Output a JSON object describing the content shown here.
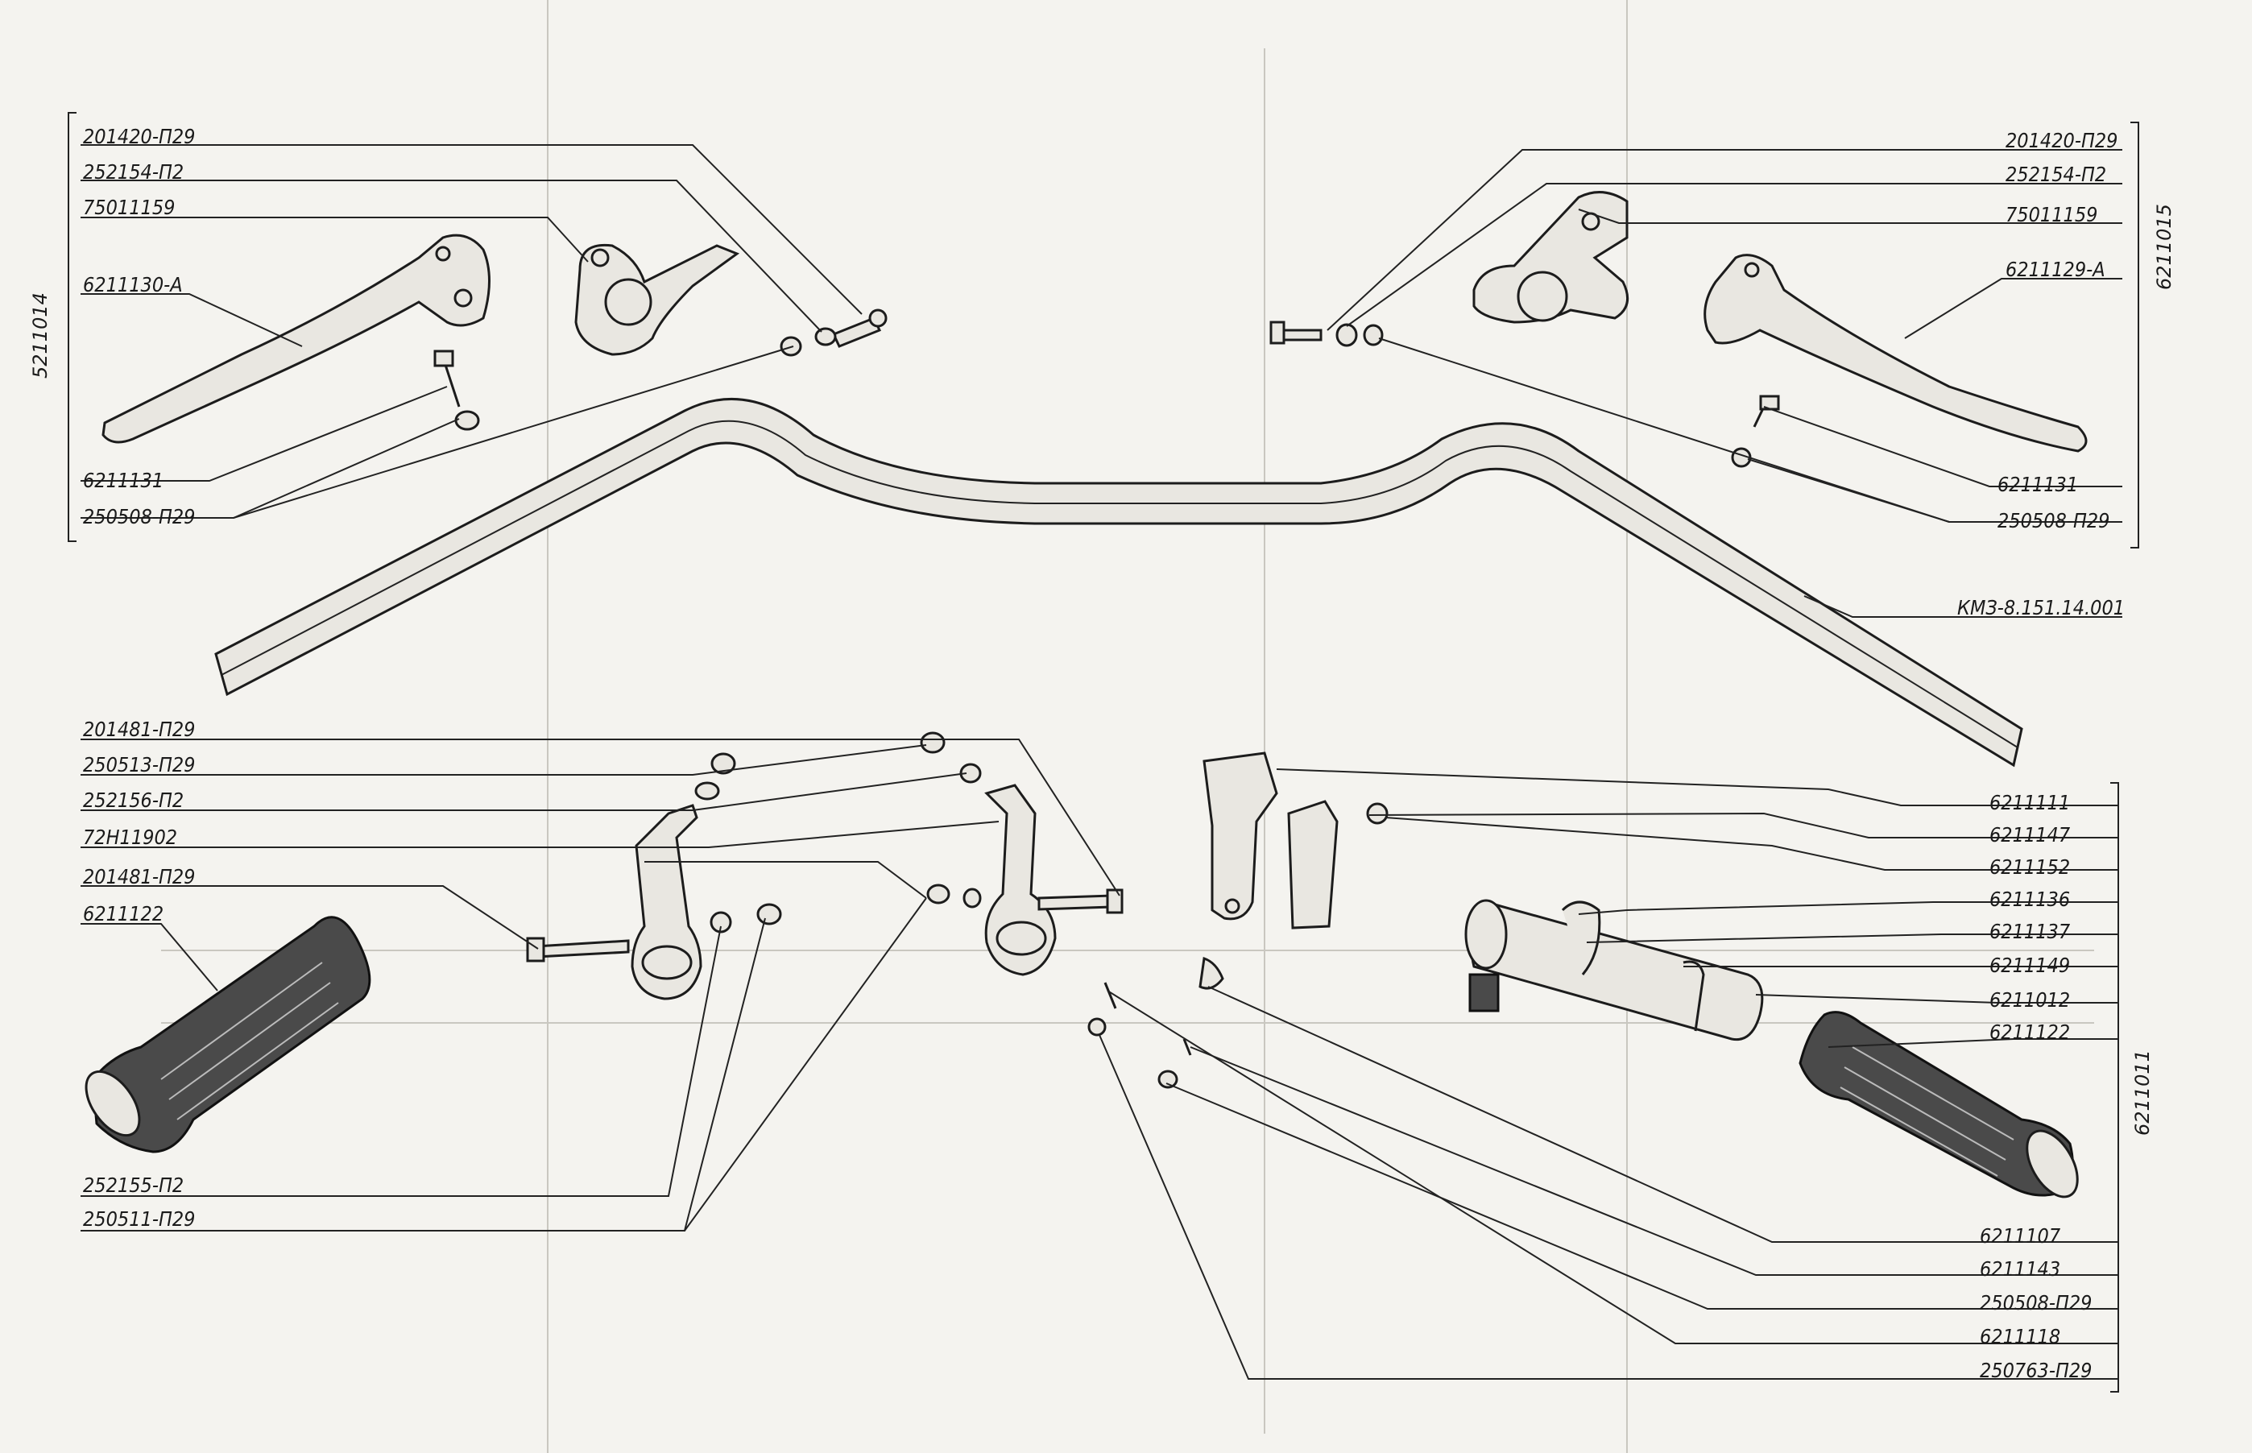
{
  "groups": {
    "left": "5211014",
    "right": "6211015",
    "bottom": "6211011"
  },
  "labels": {
    "left_201420": "201420-П29",
    "left_252154": "252154-П2",
    "left_75011159": "75011159",
    "left_6211130": "6211130-А",
    "left_6211131": "6211131",
    "left_250508": "250508-П29",
    "right_201420": "201420-П29",
    "right_252154": "252154-П2",
    "right_75011159": "75011159",
    "right_6211129": "6211129-А",
    "right_6211131": "6211131",
    "right_250508": "250508-П29",
    "bar": "КМЗ-8.151.14.001",
    "l_201481_a": "201481-П29",
    "l_250513": "250513-П29",
    "l_252156": "252156-П2",
    "l_72h11902": "72Н11902",
    "l_201481_b": "201481-П29",
    "l_6211122": "6211122",
    "l_252155": "252155-П2",
    "l_250511": "250511-П29",
    "r_6211111": "6211111",
    "r_6211147": "6211147",
    "r_6211152": "6211152",
    "r_6211136": "6211136",
    "r_6211137": "6211137",
    "r_6211149": "6211149",
    "r_6211012": "6211012",
    "r_6211122": "6211122",
    "r_6211107": "6211107",
    "r_6211143": "6211143",
    "r_250508": "250508-П29",
    "r_6211118": "6211118",
    "r_250763": "250763-П29"
  }
}
